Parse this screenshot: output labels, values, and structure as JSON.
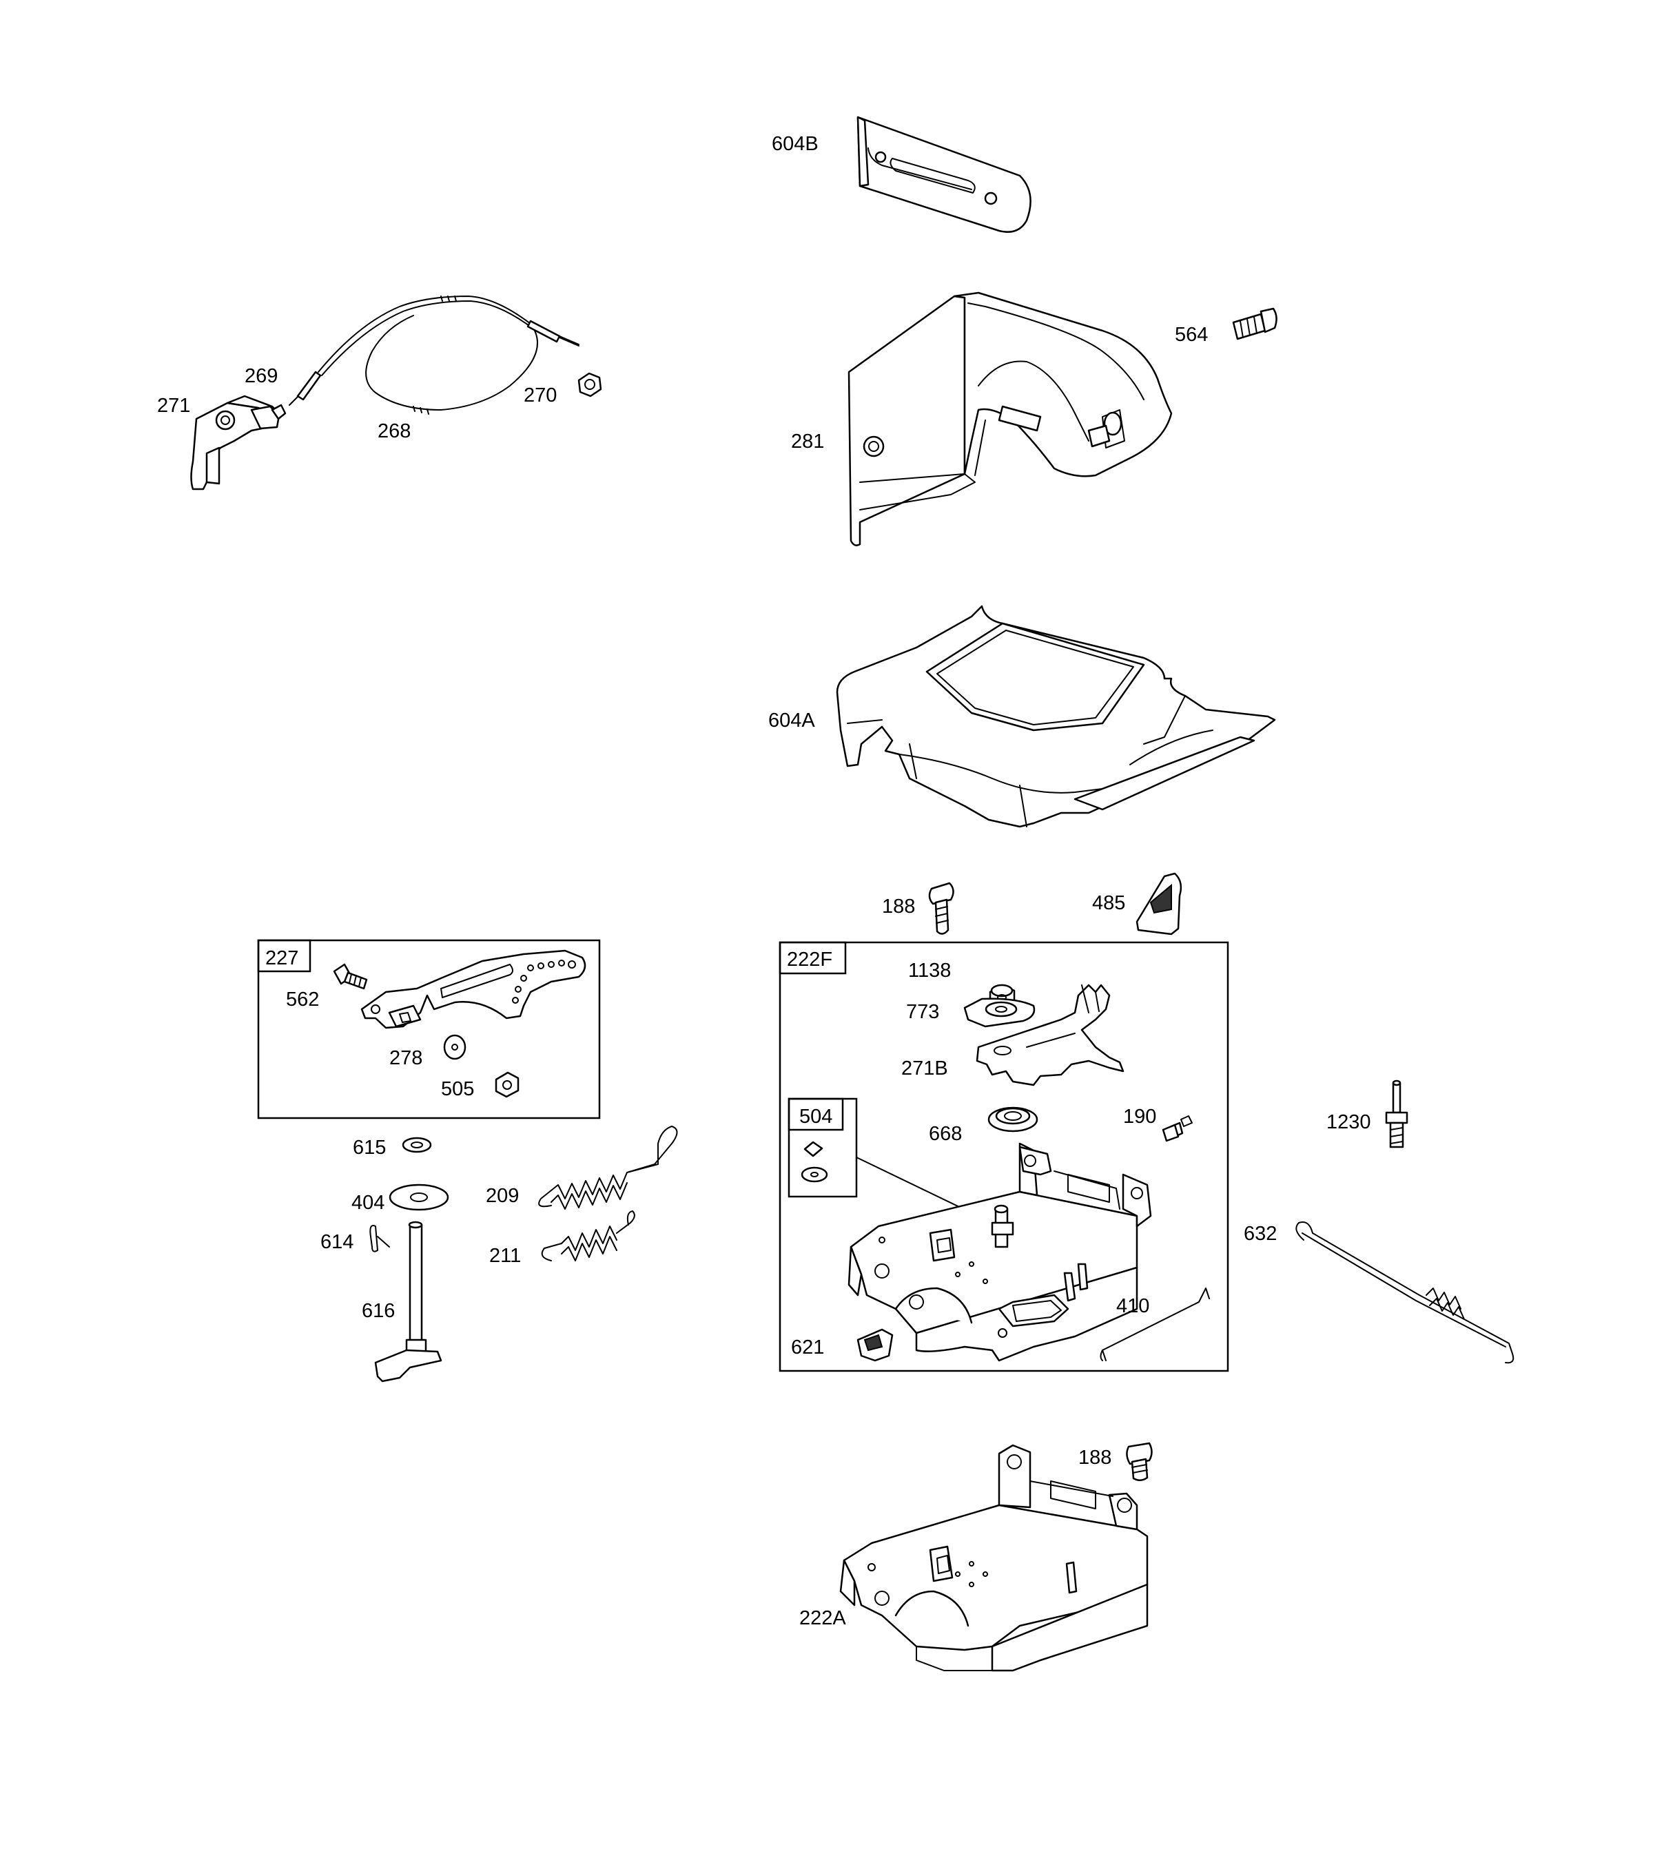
{
  "labels": {
    "l604B": "604B",
    "l564": "564",
    "l281": "281",
    "l271": "271",
    "l269": "269",
    "l268": "268",
    "l270": "270",
    "l604A": "604A",
    "l188_top": "188",
    "l485": "485",
    "l227": "227",
    "l562": "562",
    "l278": "278",
    "l505": "505",
    "l222F": "222F",
    "l1138": "1138",
    "l773": "773",
    "l271B": "271B",
    "l504": "504",
    "l668": "668",
    "l190": "190",
    "l1230": "1230",
    "l615": "615",
    "l404": "404",
    "l614": "614",
    "l616": "616",
    "l209": "209",
    "l211": "211",
    "l632": "632",
    "l410": "410",
    "l621": "621",
    "l188_bottom": "188",
    "l222A": "222A"
  }
}
